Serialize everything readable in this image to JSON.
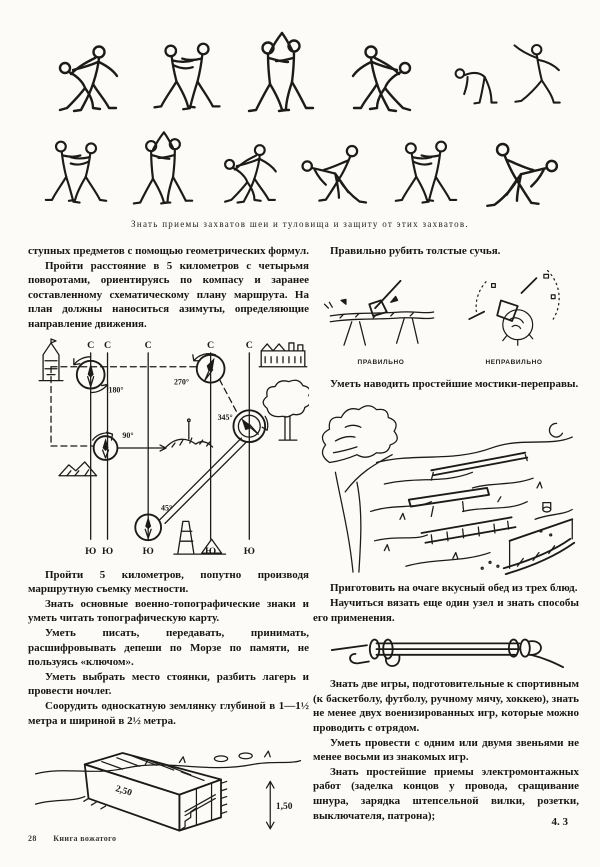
{
  "page": {
    "caption": "Знать приемы захватов шеи и туловища и защиту от этих захватов.",
    "footer": {
      "page_number": "28",
      "book_title": "Книга вожатого",
      "signature_mark": "4. 3"
    }
  },
  "left_column": {
    "para_continuation": "ступных предметов с помощью геометрических формул.",
    "para_route": "Пройти расстояние в 5 километров с четырьмя поворотами, ориентируясь по компасу и заранее составленному схематическому плану маршрута. На план должны наноситься азимуты, определяющие направление движения.",
    "map": {
      "north": "С",
      "south": "Ю",
      "angles": [
        "180°",
        "270°",
        "345°",
        "90°",
        "45°"
      ]
    },
    "para_survey": "Пройти 5 километров, попутно производя маршрутную съемку местности.",
    "para_topo": "Знать основные военно-топографические знаки и уметь читать топографическую карту.",
    "para_morse": "Уметь писать, передавать, принимать, расшифровывать депеши по Морзе по памяти, не пользуясь «ключом».",
    "para_camp": "Уметь выбрать место стоянки, разбить лагерь и провести ночлег.",
    "para_dugout": "Соорудить односкатную землянку глубиной в 1—1½ метра и шириной в 2½ метра.",
    "dugout": {
      "width_label": "2,50",
      "depth_label": "1,50"
    }
  },
  "right_column": {
    "para_axe": "Правильно рубить толстые сучья.",
    "axe": {
      "correct_label": "ПРАВИЛЬНО",
      "incorrect_label": "НЕПРАВИЛЬНО"
    },
    "para_bridges": "Уметь наводить простейшие мостики-переправы.",
    "para_dinner": "Приготовить на очаге вкусный обед из трех блюд.",
    "para_knot": "Научиться вязать еще один узел и знать способы его применения.",
    "para_games": "Знать две игры, подготовительные к спортивным (к баскетболу, футболу, ручному мячу, хоккею), знать не менее двух военизированных игр, которые можно проводить с отрядом.",
    "para_units": "Уметь провести с одним или двумя звеньями не менее восьми из знакомых игр.",
    "para_electric": "Знать простейшие приемы электромонтажных работ (заделка концов у провода, сращивание шнура, зарядка штепсельной вилки, розетки, выключателя, патрона);"
  }
}
